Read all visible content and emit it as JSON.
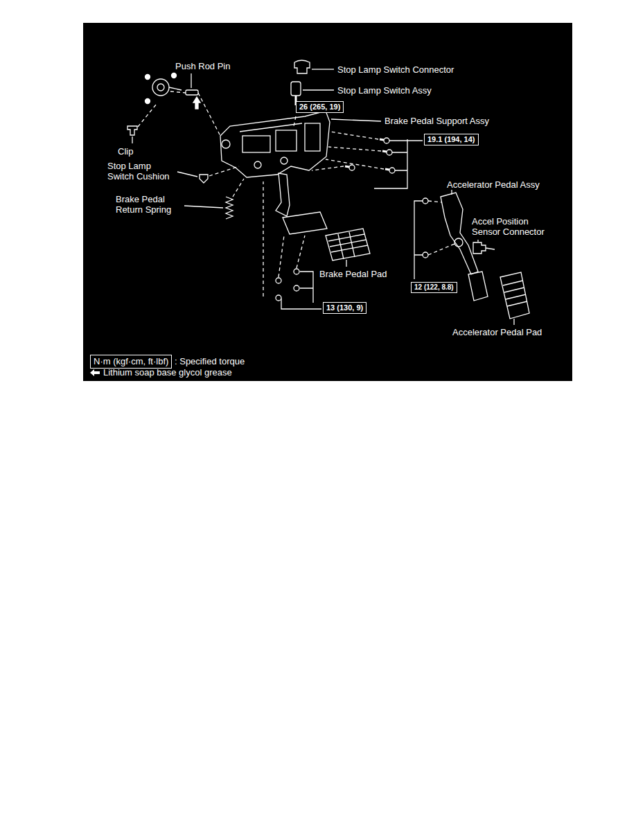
{
  "diagram": {
    "nodes": [
      {
        "text": [
          "26 (265, 19)"
        ]
      },
      {
        "text": [
          "19.1 (194, 14)"
        ]
      },
      {
        "text": [
          "12 (122, 8.8)"
        ]
      },
      {
        "text": [
          "13 (130, 9)"
        ]
      },
      {
        "text": [
          "N·m (kgf·cm, ft·lbf)"
        ]
      }
    ],
    "labels": [
      "Push Rod Pin",
      "Stop Lamp Switch Connector",
      "Stop Lamp Switch Assy",
      "Brake Pedal Support Assy",
      "Clip",
      "Stop Lamp Switch Cushion",
      "Brake Pedal Return Spring",
      "Accelerator Pedal Assy",
      "Accel Position Sensor Connector",
      "Brake Pedal Pad",
      "Accelerator Pedal Pad",
      ": Specified torque"
    ],
    "legend": [
      {
        "text": "Lithium soap base glycol grease"
      }
    ]
  }
}
